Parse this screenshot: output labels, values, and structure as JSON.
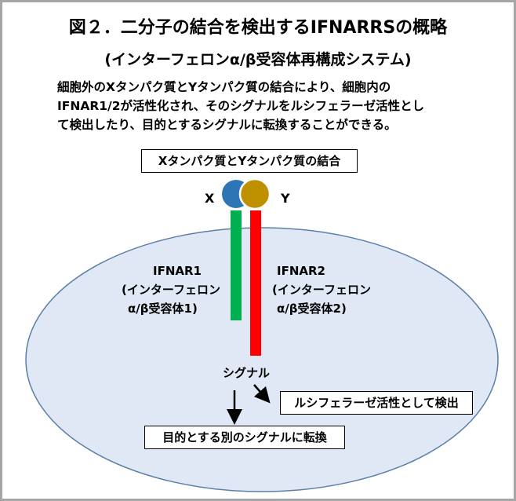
{
  "title": "図２．二分子の結合を検出するIFNARRSの概略",
  "subtitle": "(インターフェロンα/β受容体再構成システム)",
  "description": [
    "細胞外のXタンパク質とYタンパク質の結合により、細胞内の",
    "IFNAR1/2が活性化され、そのシグナルをルシフェラーゼ活性とし",
    "て検出したり、目的とするシグナルに転換することができる。"
  ],
  "binding_label": "Xタンパク質とYタンパク質の結合",
  "protein_x_label": "X",
  "protein_y_label": "Y",
  "receptor1": {
    "name": "IFNAR1",
    "line2": "(インターフェロン",
    "line3": "α/β受容体1)"
  },
  "receptor2": {
    "name": "IFNAR2",
    "line2": "(インターフェロン",
    "line3": "α/β受容体2)"
  },
  "signal_label": "シグナル",
  "luciferase_label": "ルシフェラーゼ活性として検出",
  "conversion_label": "目的とする別のシグナルに転換",
  "colors": {
    "cell": "#dfe8f4",
    "protein_x": "#2e75b6",
    "protein_y": "#bf9000",
    "receptor1": "#00b050",
    "receptor2": "#ff0000"
  }
}
